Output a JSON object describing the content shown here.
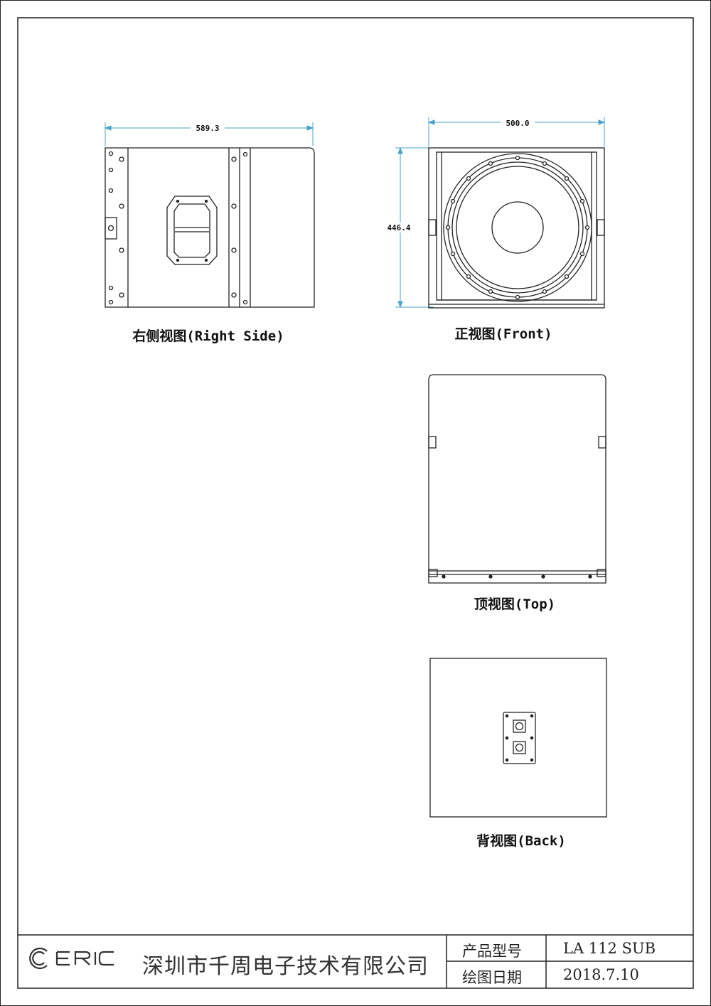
{
  "dimensions": {
    "side_width": "589.3",
    "front_width": "500.0",
    "front_height": "446.4"
  },
  "views": {
    "right_side": "右侧视图(Right Side)",
    "front": "正视图(Front)",
    "top": "顶视图(Top)",
    "back": "背视图(Back)"
  },
  "title_block": {
    "company": "深圳市千周电子技术有限公司",
    "logo_text": "ERIC",
    "model_label": "产品型号",
    "model_value": "LA 112 SUB",
    "date_label": "绘图日期",
    "date_value": "2018.7.10"
  },
  "colors": {
    "dimension_line": "#4aa3c8",
    "line": "#222222"
  }
}
